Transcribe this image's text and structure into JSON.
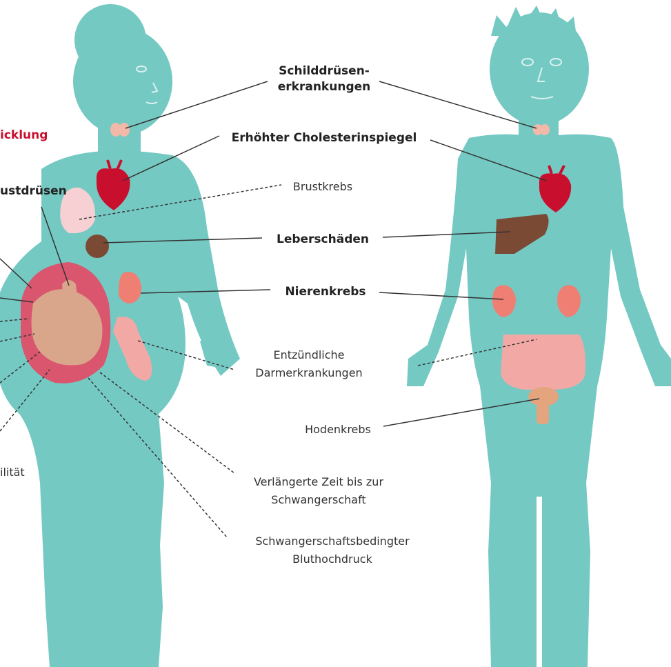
{
  "colors": {
    "body": "#75c9c3",
    "heart": "#c8102e",
    "liver": "#7a4a34",
    "kidney": "#ef7f72",
    "intestine": "#f2a9a6",
    "fetus": "#d9a68c",
    "uterus": "#d9566e",
    "breast": "#f6d0d3",
    "testis": "#e3a47e",
    "accent_red": "#c8102e",
    "line": "#333333"
  },
  "labels": {
    "schilddruesen_l1": "Schilddrüsen-",
    "schilddruesen_l2": "erkrankungen",
    "cholesterin": "Erhöhter Cholesterinspiegel",
    "brustkrebs": "Brustkrebs",
    "leberschaeden": "Leberschäden",
    "nierenkrebs": "Nierenkrebs",
    "darm_l1": "Entzündliche",
    "darm_l2": "Darmerkrankungen",
    "hodenkrebs": "Hodenkrebs",
    "schwanger_l1": "Verlängerte Zeit bis zur",
    "schwanger_l2": "Schwangerschaft",
    "bluthoch_l1": "Schwangerschaftsbedingter",
    "bluthoch_l2": "Bluthochdruck",
    "left_red_partial": "icklung",
    "left_brustdruesen_partial": "ustdrüsen",
    "left_fertilitaet_partial": "ilität"
  }
}
